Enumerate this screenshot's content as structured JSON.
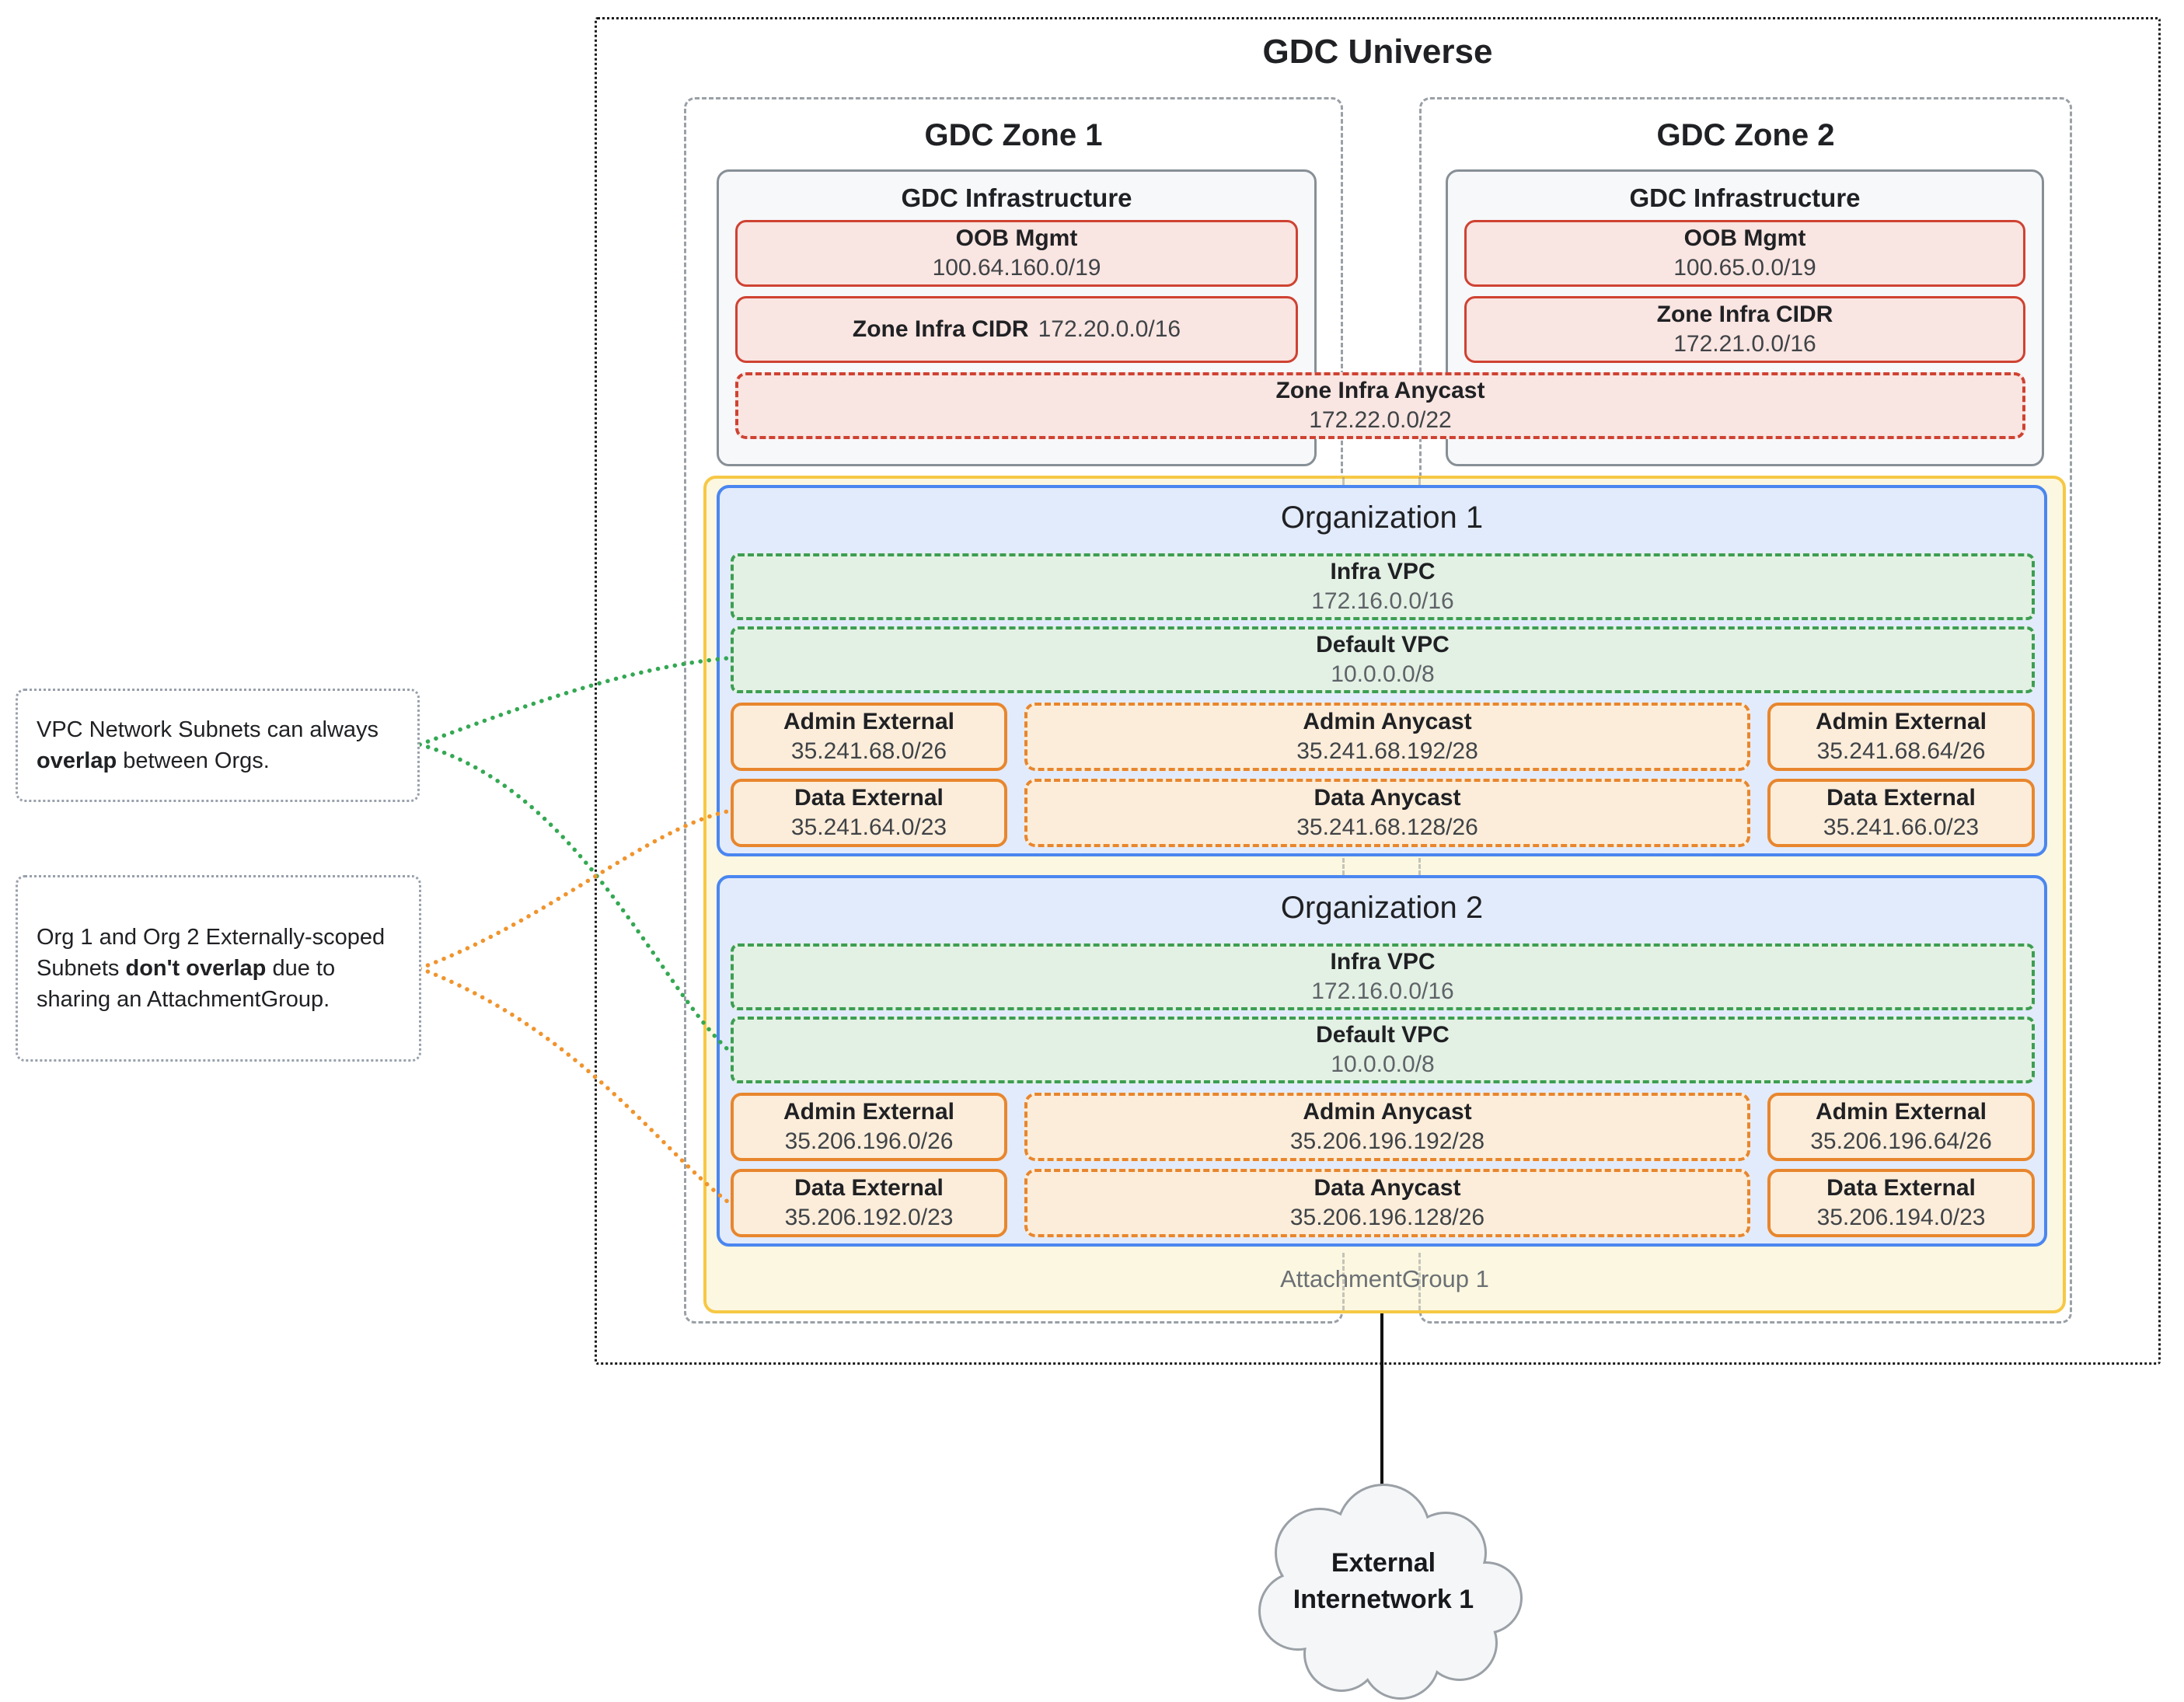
{
  "universe": {
    "title": "GDC Universe"
  },
  "zones": [
    {
      "title": "GDC Zone 1",
      "infra_title": "GDC Infrastructure",
      "oob": {
        "label": "OOB Mgmt",
        "cidr": "100.64.160.0/19"
      },
      "zone_infra": {
        "label": "Zone Infra CIDR",
        "cidr": "172.20.0.0/16"
      }
    },
    {
      "title": "GDC Zone 2",
      "infra_title": "GDC Infrastructure",
      "oob": {
        "label": "OOB Mgmt",
        "cidr": "100.65.0.0/19"
      },
      "zone_infra": {
        "label": "Zone Infra CIDR",
        "cidr": "172.21.0.0/16"
      }
    }
  ],
  "zone_infra_anycast": {
    "label": "Zone Infra Anycast",
    "cidr": "172.22.0.0/22"
  },
  "attachment_group": {
    "label": "AttachmentGroup 1"
  },
  "orgs": [
    {
      "title": "Organization 1",
      "infra_vpc": {
        "label": "Infra VPC",
        "cidr": "172.16.0.0/16"
      },
      "default_vpc": {
        "label": "Default VPC",
        "cidr": "10.0.0.0/8"
      },
      "admin_external_left": {
        "label": "Admin External",
        "cidr": "35.241.68.0/26"
      },
      "admin_anycast": {
        "label": "Admin Anycast",
        "cidr": "35.241.68.192/28"
      },
      "admin_external_right": {
        "label": "Admin External",
        "cidr": "35.241.68.64/26"
      },
      "data_external_left": {
        "label": "Data External",
        "cidr": "35.241.64.0/23"
      },
      "data_anycast": {
        "label": "Data Anycast",
        "cidr": "35.241.68.128/26"
      },
      "data_external_right": {
        "label": "Data External",
        "cidr": "35.241.66.0/23"
      }
    },
    {
      "title": "Organization 2",
      "infra_vpc": {
        "label": "Infra VPC",
        "cidr": "172.16.0.0/16"
      },
      "default_vpc": {
        "label": "Default VPC",
        "cidr": "10.0.0.0/8"
      },
      "admin_external_left": {
        "label": "Admin External",
        "cidr": "35.206.196.0/26"
      },
      "admin_anycast": {
        "label": "Admin Anycast",
        "cidr": "35.206.196.192/28"
      },
      "admin_external_right": {
        "label": "Admin External",
        "cidr": "35.206.196.64/26"
      },
      "data_external_left": {
        "label": "Data External",
        "cidr": "35.206.192.0/23"
      },
      "data_anycast": {
        "label": "Data Anycast",
        "cidr": "35.206.196.128/26"
      },
      "data_external_right": {
        "label": "Data External",
        "cidr": "35.206.194.0/23"
      }
    }
  ],
  "notes": [
    {
      "line1": "VPC Network Subnets can always",
      "line2_bold": "overlap",
      "line2_rest": " between Orgs."
    },
    {
      "line1": "Org 1 and Org 2 Externally-scoped",
      "line2_pre": "Subnets ",
      "line2_bold": "don't overlap",
      "line2_rest": " due to",
      "line3": "sharing an AttachmentGroup."
    }
  ],
  "cloud": {
    "line1": "External",
    "line2": "Internetwork 1"
  },
  "colors": {
    "red_border": "#cf4232",
    "red_bg": "#f9e5e1",
    "green_border": "#3d9e52",
    "green_bg": "#e3f1e4",
    "orange_border": "#e8862d",
    "orange_bg": "#fcedda",
    "blue_border": "#4a86f0",
    "blue_bg": "#e2ebfb",
    "yellow_border": "#f6c845",
    "yellow_bg": "#fcf7e0",
    "zone_dash": "#9aa0a6",
    "infra_bg": "#f7f8fa",
    "connector_green": "#34a853",
    "connector_orange": "#f29900"
  }
}
